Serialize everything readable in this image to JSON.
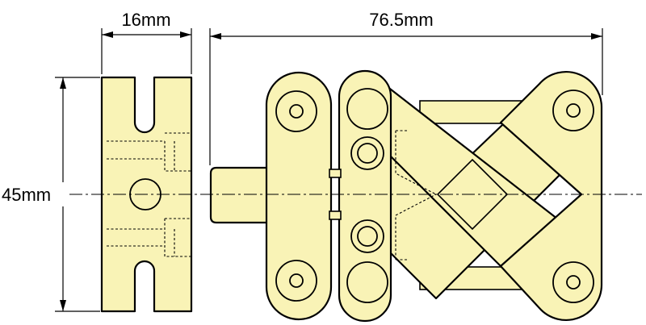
{
  "dimensions": {
    "width_side": "16mm",
    "length_front": "76.5mm",
    "height_side": "45mm"
  },
  "colors": {
    "part_fill": "#f9f3b6",
    "outline": "#000000"
  }
}
